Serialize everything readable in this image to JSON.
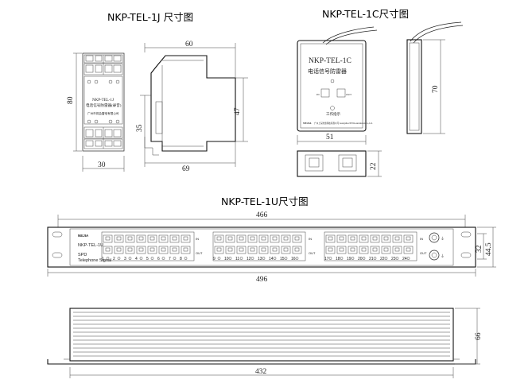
{
  "titles": {
    "model_1j": "NKP-TEL-1J 尺寸图",
    "model_1c": "NKP-TEL-1C尺寸图",
    "model_1u": "NKP-TEL-1U尺寸图"
  },
  "unit_1j": {
    "label_model": "NKP-TEL-1J",
    "label_name": "电话信号防雷器(录音)",
    "label_company": "广州市将会雷电有限公司",
    "dim_height": "80",
    "dim_width": "30",
    "dim_top": "60",
    "dim_mid": "47",
    "dim_left": "35",
    "dim_bottom": "69"
  },
  "unit_1c": {
    "label_model": "NKP-TEL-1C",
    "label_name": "电话信号防雷器",
    "port_in": "IN",
    "port_out": "OUT",
    "status": "工作指示",
    "brand": "NEJIA",
    "company": "广州上东防雷科技有限公司  Guangzhou NEJIA Automation Co.,Ltd.",
    "dim_width": "51",
    "dim_height": "70",
    "dim_side": "22"
  },
  "unit_1u": {
    "brand": "NEJIA",
    "model": "NKP-TEL-1U",
    "type_1": "SPD",
    "type_2": "Telephone Signal",
    "port_in": "IN",
    "port_out": "OUT",
    "port_numbers_1": [
      "1",
      "2",
      "3",
      "4",
      "5",
      "6",
      "7",
      "8"
    ],
    "port_numbers_2": [
      "9",
      "10",
      "11",
      "12",
      "13",
      "14",
      "15",
      "16"
    ],
    "port_numbers_3": [
      "17",
      "18",
      "19",
      "20",
      "21",
      "22",
      "23",
      "24"
    ],
    "dim_mount": "466",
    "dim_total": "496",
    "dim_height": "32",
    "dim_panel": "44.5",
    "dim_body": "432",
    "dim_depth": "66"
  }
}
